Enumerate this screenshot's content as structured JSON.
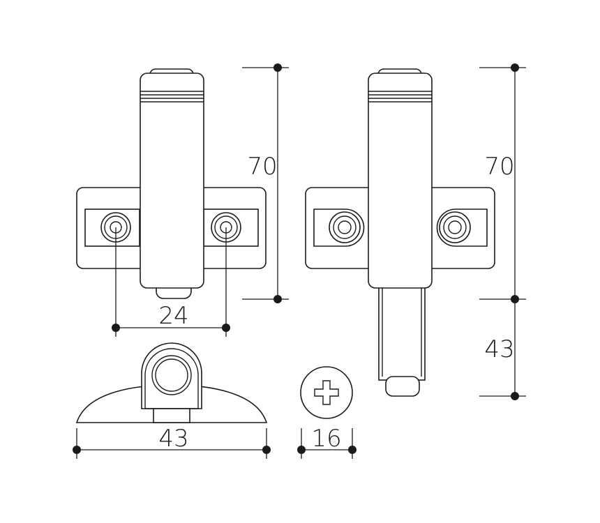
{
  "dimensions": {
    "front_height": "70",
    "side_height": "70",
    "side_extension": "43",
    "hole_spacing": "24",
    "base_width": "43",
    "head_diameter": "16"
  },
  "colors": {
    "line": "#1a1a1a",
    "background": "#ffffff"
  }
}
